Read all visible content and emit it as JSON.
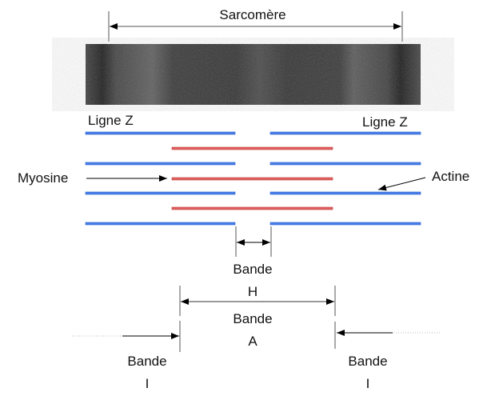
{
  "labels": {
    "sarcomere": "Sarcomère",
    "z_line_left": "Ligne Z",
    "z_line_right": "Ligne Z",
    "myosin": "Myosine",
    "actin": "Actine",
    "h_band": [
      "Bande",
      "H"
    ],
    "a_band": [
      "Bande",
      "A"
    ],
    "i_band_left": [
      "Bande",
      "I"
    ],
    "i_band_right": [
      "Bande",
      "I"
    ]
  },
  "colors": {
    "actin": "#4a7fe8",
    "myosin": "#e05a5a",
    "line": "#333333"
  }
}
